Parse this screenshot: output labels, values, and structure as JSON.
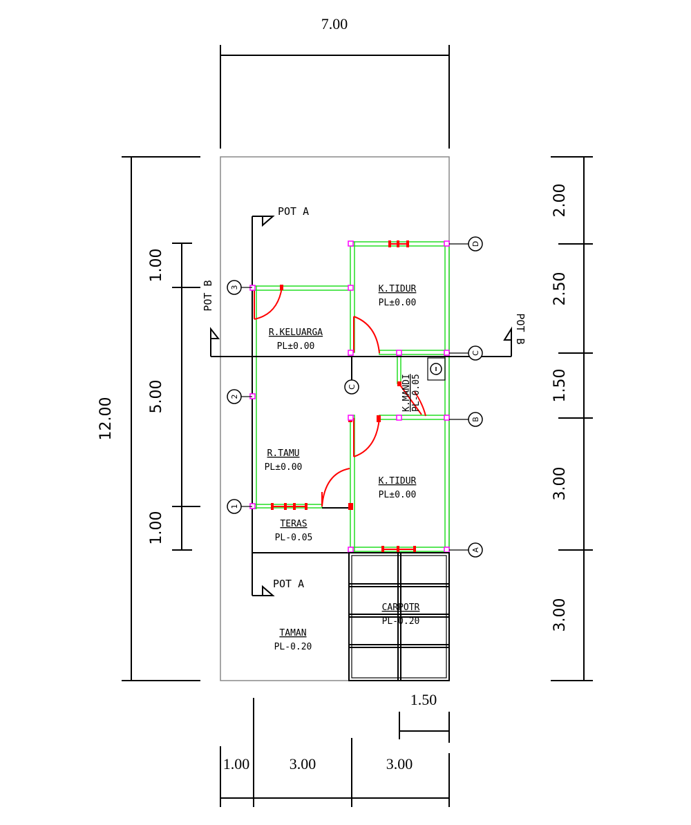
{
  "dimensions": {
    "top_width": "7.00",
    "left_total": "12.00",
    "left_inner_top": "1.00",
    "left_inner_mid": "5.00",
    "left_inner_bottom": "1.00",
    "right_1": "2.00",
    "right_2": "2.50",
    "right_3": "1.50",
    "right_4": "3.00",
    "right_5": "3.00",
    "bottom_1": "1.00",
    "bottom_2": "3.00",
    "bottom_3": "3.00",
    "bottom_carport": "1.50"
  },
  "rooms": {
    "k_tidur_top": {
      "name": "K.TIDUR",
      "level": "PL±0.00"
    },
    "r_keluarga": {
      "name": "R.KELUARGA",
      "level": "PL±0.00"
    },
    "k_mandi": {
      "name": "K.MANDI",
      "level": "PL-0.05"
    },
    "r_tamu": {
      "name": "R.TAMU",
      "level": "PL±0.00"
    },
    "k_tidur_bottom": {
      "name": "K.TIDUR",
      "level": "PL±0.00"
    },
    "teras": {
      "name": "TERAS",
      "level": "PL-0.05"
    },
    "carport": {
      "name": "CARPOTR",
      "level": "PL-0.20"
    },
    "taman": {
      "name": "TAMAN",
      "level": "PL-0.20"
    }
  },
  "sections": {
    "pot_a_top": "POT A",
    "pot_a_bottom": "POT A",
    "pot_b_left": "POT B",
    "pot_b_right": "POT B"
  },
  "grid_axes": {
    "row_D": "D",
    "row_C": "C",
    "row_B": "B",
    "row_A": "A",
    "col_3": "3",
    "col_2": "2",
    "col_1": "1",
    "col_C_mid": "C"
  }
}
